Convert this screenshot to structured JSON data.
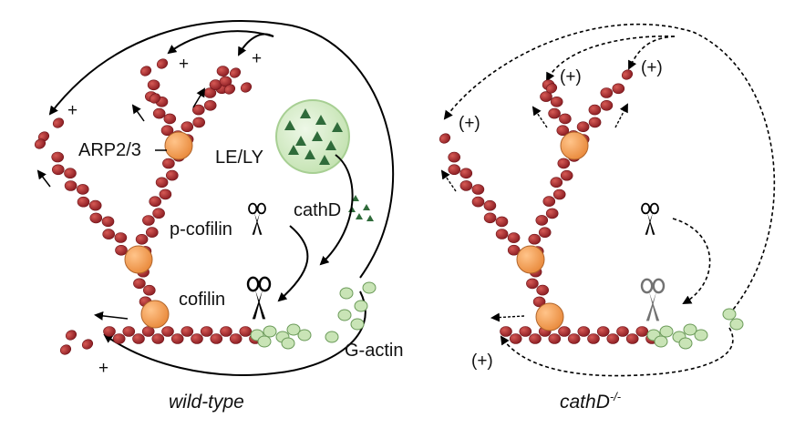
{
  "panels": {
    "wild_type": {
      "caption": "wild-type",
      "labels": {
        "arp": "ARP2/3",
        "lely": "LE/LY",
        "pcofilin": "p-cofilin",
        "cathd": "cathD",
        "cofilin": "cofilin",
        "gactin": "G-actin"
      },
      "plus": "+"
    },
    "cathd_ko": {
      "caption_main": "cathD",
      "caption_sup": "-/-",
      "plus": "(+)"
    }
  },
  "colors": {
    "filament": "#a9242a",
    "arp": "#f2a05a",
    "vesicle": "#d6edc9",
    "cathd_marker": "#2f6b3a",
    "gactin": "#c9e4b6",
    "arrow": "#000000"
  },
  "icons": [
    "scissors-icon",
    "triangle-icon"
  ]
}
